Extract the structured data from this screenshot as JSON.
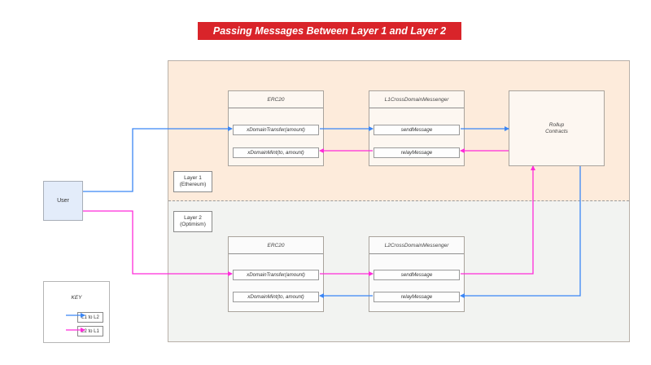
{
  "title": "Passing Messages Between Layer 1 and Layer 2",
  "colors": {
    "title_bg": "#d9242a",
    "l1_to_l2": "#3b86f5",
    "l2_to_l1": "#ff2bd9",
    "layer1_bg": "#fdebdb",
    "layer2_bg": "#f2f3f1",
    "user_bg": "#e3ecfa"
  },
  "user": {
    "label": "User"
  },
  "layers": {
    "layer1": {
      "line1": "Layer 1",
      "line2": "(Ethereum)"
    },
    "layer2": {
      "line1": "Layer 2",
      "line2": "(Optimism)"
    }
  },
  "l1": {
    "erc20": {
      "name": "ERC20",
      "methods": [
        "xDomainTransfer(amount)",
        "xDomainMint(to, amount)"
      ]
    },
    "messenger": {
      "name": "L1CrossDomainMessenger",
      "methods": [
        "sendMessage",
        "relayMessage"
      ]
    }
  },
  "l2": {
    "erc20": {
      "name": "ERC20",
      "methods": [
        "xDomainTransfer(amount)",
        "xDomainMint(to, amount)"
      ]
    },
    "messenger": {
      "name": "L2CrossDomainMessenger",
      "methods": [
        "sendMessage",
        "relayMessage"
      ]
    }
  },
  "rollup": {
    "line1": "Rollup",
    "line2": "Contracts"
  },
  "key": {
    "title": "KEY",
    "entries": [
      {
        "label": "L1 to L2",
        "color": "#3b86f5"
      },
      {
        "label": "L2 to L1",
        "color": "#ff2bd9"
      }
    ]
  }
}
